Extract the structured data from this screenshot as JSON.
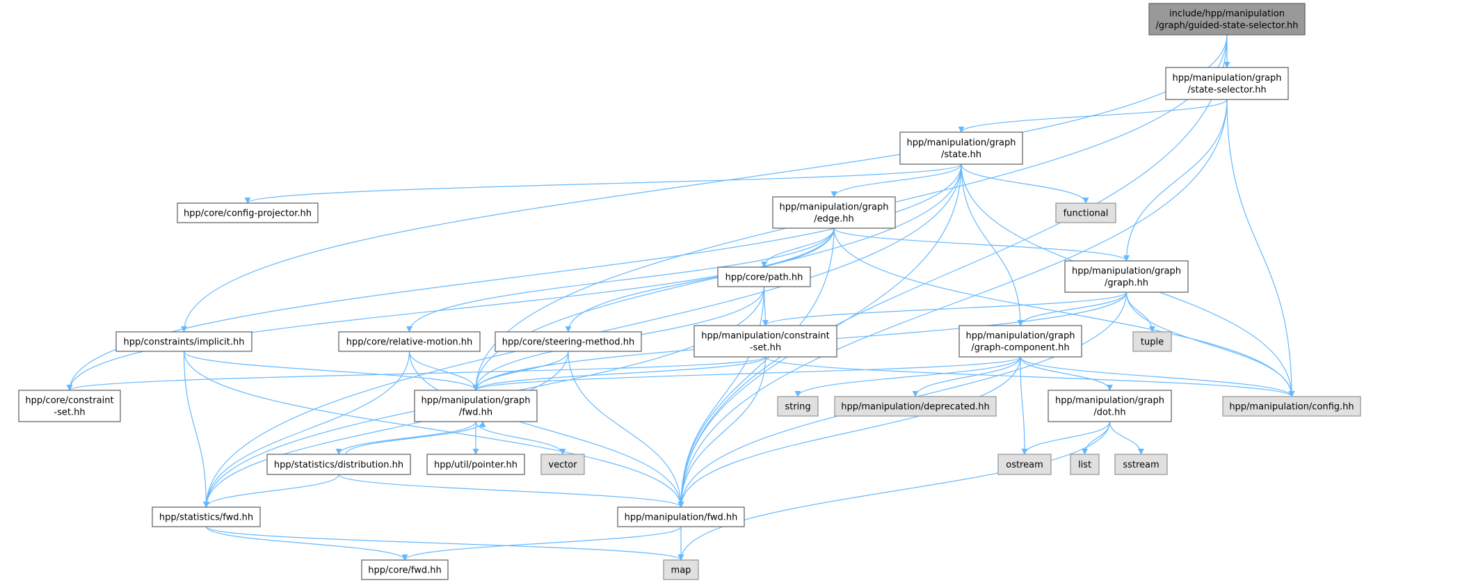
{
  "title": "include/hpp/manipulation/graph/guided-state-selector.hh include dependency graph",
  "colors": {
    "edge": "#63b8ff",
    "root_fill": "#999999",
    "internal_fill": "#ffffff",
    "external_fill": "#e0e0e0",
    "border": "#666666",
    "external_border": "#999999"
  },
  "nodes": {
    "guided": {
      "lines": [
        "include/hpp/manipulation",
        "/graph/guided-state-selector.hh"
      ],
      "kind": "root"
    },
    "stateSelector": {
      "lines": [
        "hpp/manipulation/graph",
        "/state-selector.hh"
      ],
      "kind": "internal"
    },
    "state": {
      "lines": [
        "hpp/manipulation/graph",
        "/state.hh"
      ],
      "kind": "internal"
    },
    "configProjector": {
      "lines": [
        "hpp/core/config-projector.hh"
      ],
      "kind": "internal"
    },
    "functional": {
      "lines": [
        "functional"
      ],
      "kind": "external"
    },
    "edge": {
      "lines": [
        "hpp/manipulation/graph",
        "/edge.hh"
      ],
      "kind": "internal"
    },
    "path": {
      "lines": [
        "hpp/core/path.hh"
      ],
      "kind": "internal"
    },
    "graph": {
      "lines": [
        "hpp/manipulation/graph",
        "/graph.hh"
      ],
      "kind": "internal"
    },
    "implicit": {
      "lines": [
        "hpp/constraints/implicit.hh"
      ],
      "kind": "internal"
    },
    "relativeMotion": {
      "lines": [
        "hpp/core/relative-motion.hh"
      ],
      "kind": "internal"
    },
    "steering": {
      "lines": [
        "hpp/core/steering-method.hh"
      ],
      "kind": "internal"
    },
    "manipConstraintSet": {
      "lines": [
        "hpp/manipulation/constraint",
        "-set.hh"
      ],
      "kind": "internal"
    },
    "graphComponent": {
      "lines": [
        "hpp/manipulation/graph",
        "/graph-component.hh"
      ],
      "kind": "internal"
    },
    "tuple": {
      "lines": [
        "tuple"
      ],
      "kind": "external"
    },
    "coreConstraintSet": {
      "lines": [
        "hpp/core/constraint",
        "-set.hh"
      ],
      "kind": "internal"
    },
    "graphFwd": {
      "lines": [
        "hpp/manipulation/graph",
        "/fwd.hh"
      ],
      "kind": "internal"
    },
    "string": {
      "lines": [
        "string"
      ],
      "kind": "external"
    },
    "deprecated": {
      "lines": [
        "hpp/manipulation/deprecated.hh"
      ],
      "kind": "external"
    },
    "dot": {
      "lines": [
        "hpp/manipulation/graph",
        "/dot.hh"
      ],
      "kind": "internal"
    },
    "config": {
      "lines": [
        "hpp/manipulation/config.hh"
      ],
      "kind": "external"
    },
    "distribution": {
      "lines": [
        "hpp/statistics/distribution.hh"
      ],
      "kind": "internal"
    },
    "pointer": {
      "lines": [
        "hpp/util/pointer.hh"
      ],
      "kind": "internal"
    },
    "vector": {
      "lines": [
        "vector"
      ],
      "kind": "external"
    },
    "ostream": {
      "lines": [
        "ostream"
      ],
      "kind": "external"
    },
    "list": {
      "lines": [
        "list"
      ],
      "kind": "external"
    },
    "sstream": {
      "lines": [
        "sstream"
      ],
      "kind": "external"
    },
    "statisticsFwd": {
      "lines": [
        "hpp/statistics/fwd.hh"
      ],
      "kind": "internal"
    },
    "manipFwd": {
      "lines": [
        "hpp/manipulation/fwd.hh"
      ],
      "kind": "internal"
    },
    "coreFwd": {
      "lines": [
        "hpp/core/fwd.hh"
      ],
      "kind": "internal"
    },
    "map": {
      "lines": [
        "map"
      ],
      "kind": "external"
    }
  },
  "edges": [
    [
      "guided",
      "stateSelector"
    ],
    [
      "guided",
      "manipFwd"
    ],
    [
      "guided",
      "graphFwd"
    ],
    [
      "guided",
      "implicit"
    ],
    [
      "stateSelector",
      "state"
    ],
    [
      "stateSelector",
      "graph"
    ],
    [
      "stateSelector",
      "config"
    ],
    [
      "stateSelector",
      "manipFwd"
    ],
    [
      "state",
      "edge"
    ],
    [
      "state",
      "functional"
    ],
    [
      "state",
      "graphComponent"
    ],
    [
      "state",
      "config"
    ],
    [
      "state",
      "manipFwd"
    ],
    [
      "state",
      "configProjector"
    ],
    [
      "state",
      "coreConstraintSet"
    ],
    [
      "state",
      "statisticsFwd"
    ],
    [
      "state",
      "graphFwd"
    ],
    [
      "edge",
      "path"
    ],
    [
      "edge",
      "relativeMotion"
    ],
    [
      "edge",
      "steering"
    ],
    [
      "edge",
      "graph"
    ],
    [
      "edge",
      "config"
    ],
    [
      "edge",
      "manipFwd"
    ],
    [
      "edge",
      "coreConstraintSet"
    ],
    [
      "path",
      "manipConstraintSet"
    ],
    [
      "path",
      "graphFwd"
    ],
    [
      "path",
      "manipFwd"
    ],
    [
      "path",
      "statisticsFwd"
    ],
    [
      "graph",
      "graphComponent"
    ],
    [
      "graph",
      "manipConstraintSet"
    ],
    [
      "graph",
      "tuple"
    ],
    [
      "graph",
      "config"
    ],
    [
      "graph",
      "manipFwd"
    ],
    [
      "graph",
      "graphFwd"
    ],
    [
      "implicit",
      "graphFwd"
    ],
    [
      "implicit",
      "statisticsFwd"
    ],
    [
      "implicit",
      "manipFwd"
    ],
    [
      "relativeMotion",
      "graphFwd"
    ],
    [
      "relativeMotion",
      "statisticsFwd"
    ],
    [
      "relativeMotion",
      "manipFwd"
    ],
    [
      "steering",
      "graphFwd"
    ],
    [
      "steering",
      "statisticsFwd"
    ],
    [
      "steering",
      "manipFwd"
    ],
    [
      "manipConstraintSet",
      "coreConstraintSet"
    ],
    [
      "manipConstraintSet",
      "graphFwd"
    ],
    [
      "manipConstraintSet",
      "manipFwd"
    ],
    [
      "manipConstraintSet",
      "config"
    ],
    [
      "graphComponent",
      "graphFwd"
    ],
    [
      "graphComponent",
      "string"
    ],
    [
      "graphComponent",
      "deprecated"
    ],
    [
      "graphComponent",
      "ostream"
    ],
    [
      "graphComponent",
      "dot"
    ],
    [
      "graphComponent",
      "config"
    ],
    [
      "graphComponent",
      "manipFwd"
    ],
    [
      "graphFwd",
      "distribution"
    ],
    [
      "graphFwd",
      "pointer"
    ],
    [
      "graphFwd",
      "vector"
    ],
    [
      "distribution",
      "graphFwd"
    ],
    [
      "distribution",
      "statisticsFwd"
    ],
    [
      "distribution",
      "manipFwd"
    ],
    [
      "dot",
      "ostream"
    ],
    [
      "dot",
      "list"
    ],
    [
      "dot",
      "sstream"
    ],
    [
      "dot",
      "map"
    ],
    [
      "statisticsFwd",
      "coreFwd"
    ],
    [
      "statisticsFwd",
      "map"
    ],
    [
      "manipFwd",
      "coreFwd"
    ],
    [
      "manipFwd",
      "map"
    ]
  ]
}
